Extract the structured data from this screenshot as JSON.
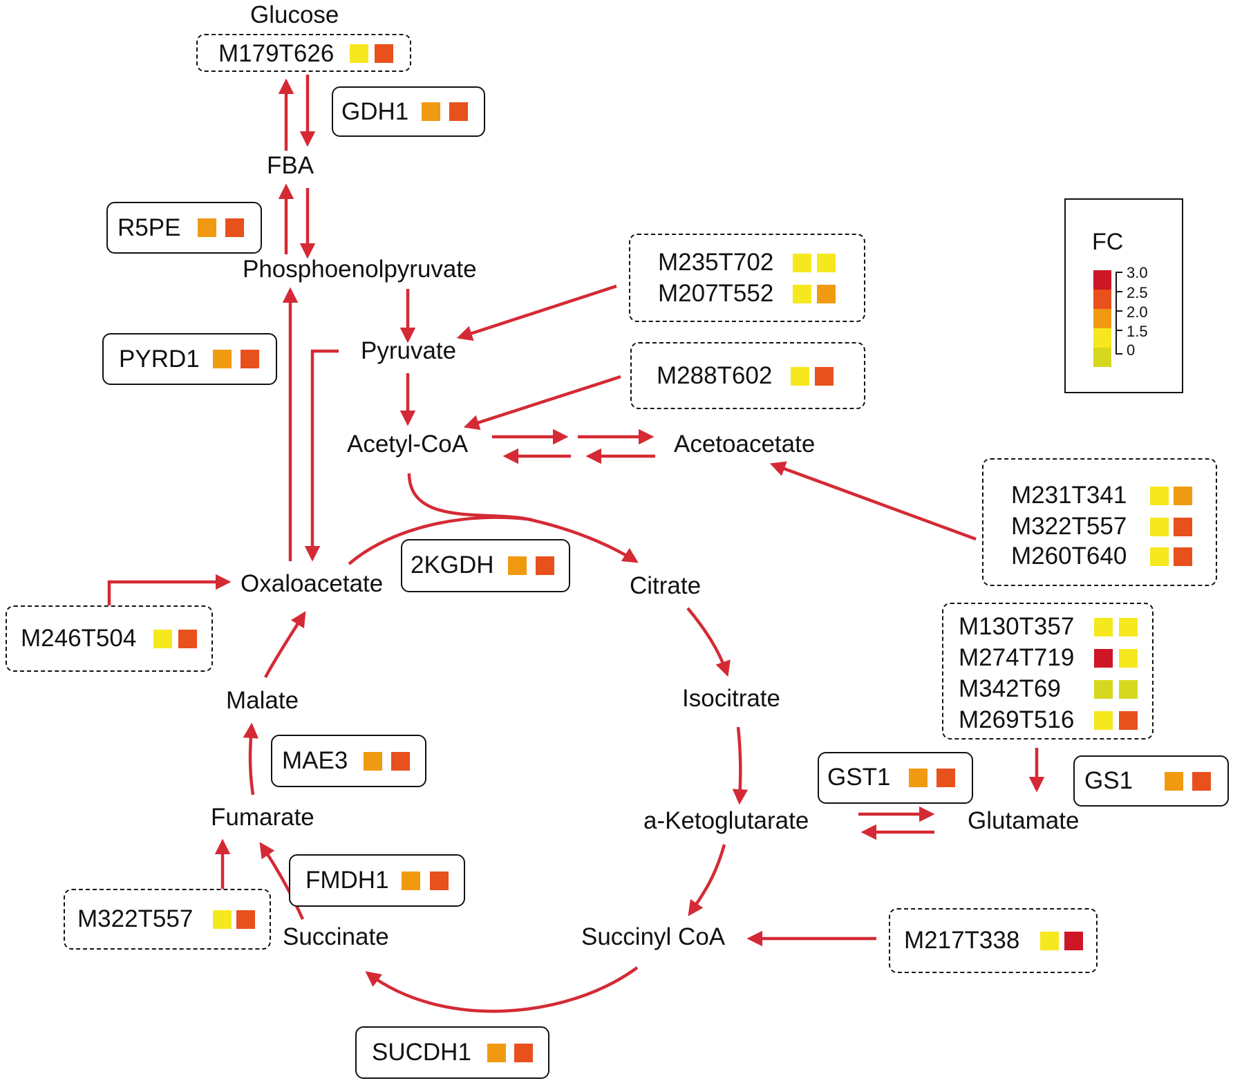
{
  "colors": {
    "arrow": "#d42a35",
    "fc_levels": [
      "#cd1626",
      "#e8501c",
      "#f09a12",
      "#f5e81f",
      "#d5d81e"
    ]
  },
  "metabolites": {
    "glucose": "Glucose",
    "fba": "FBA",
    "pep": "Phosphoenolpyruvate",
    "pyruvate": "Pyruvate",
    "acetyl_coa": "Acetyl-CoA",
    "acetoacetate": "Acetoacetate",
    "oxaloacetate": "Oxaloacetate",
    "citrate": "Citrate",
    "isocitrate": "Isocitrate",
    "a_ketoglutarate": "a-Ketoglutarate",
    "glutamate": "Glutamate",
    "succinyl_coa": "Succinyl CoA",
    "succinate": "Succinate",
    "fumarate": "Fumarate",
    "malate": "Malate"
  },
  "enzymes": {
    "gdh1": {
      "name": "GDH1",
      "fc": [
        "#f09a12",
        "#e8501c"
      ]
    },
    "r5pe": {
      "name": "R5PE",
      "fc": [
        "#f09a12",
        "#e8501c"
      ]
    },
    "pyrd1": {
      "name": "PYRD1",
      "fc": [
        "#f09a12",
        "#e8501c"
      ]
    },
    "kgdh2": {
      "name": "2KGDH",
      "fc": [
        "#f09a12",
        "#e8501c"
      ]
    },
    "mae3": {
      "name": "MAE3",
      "fc": [
        "#f09a12",
        "#e8501c"
      ]
    },
    "fmdh1": {
      "name": "FMDH1",
      "fc": [
        "#f09a12",
        "#e8501c"
      ]
    },
    "sucdh1": {
      "name": "SUCDH1",
      "fc": [
        "#f09a12",
        "#e8501c"
      ]
    },
    "gst1": {
      "name": "GST1",
      "fc": [
        "#f09a12",
        "#e8501c"
      ]
    },
    "gs1": {
      "name": "GS1",
      "fc": [
        "#f09a12",
        "#e8501c"
      ]
    }
  },
  "metabolite_groups": {
    "g_glucose": [
      {
        "id": "M179T626",
        "fc": [
          "#f5e81f",
          "#e8501c"
        ]
      }
    ],
    "g_pyruvate": [
      {
        "id": "M235T702",
        "fc": [
          "#f5e81f",
          "#f5e81f"
        ]
      },
      {
        "id": "M207T552",
        "fc": [
          "#f5e81f",
          "#f09a12"
        ]
      }
    ],
    "g_acetyl": [
      {
        "id": "M288T602",
        "fc": [
          "#f5e81f",
          "#e8501c"
        ]
      }
    ],
    "g_acetoacetate": [
      {
        "id": "M231T341",
        "fc": [
          "#f5e81f",
          "#f09a12"
        ]
      },
      {
        "id": "M322T557",
        "fc": [
          "#f5e81f",
          "#e8501c"
        ]
      },
      {
        "id": "M260T640",
        "fc": [
          "#f5e81f",
          "#e8501c"
        ]
      }
    ],
    "g_glutamate": [
      {
        "id": "M130T357",
        "fc": [
          "#f5e81f",
          "#f5e81f"
        ]
      },
      {
        "id": "M274T719",
        "fc": [
          "#cd1626",
          "#f5e81f"
        ]
      },
      {
        "id": "M342T69",
        "fc": [
          "#d5d81e",
          "#d5d81e"
        ]
      },
      {
        "id": "M269T516",
        "fc": [
          "#f5e81f",
          "#e8501c"
        ]
      }
    ],
    "g_oxaloacetate": [
      {
        "id": "M246T504",
        "fc": [
          "#f5e81f",
          "#e8501c"
        ]
      }
    ],
    "g_fumarate": [
      {
        "id": "M322T557",
        "fc": [
          "#f5e81f",
          "#e8501c"
        ]
      }
    ],
    "g_succinyl": [
      {
        "id": "M217T338",
        "fc": [
          "#f5e81f",
          "#cd1626"
        ]
      }
    ]
  },
  "legend": {
    "title": "FC",
    "ticks": [
      "3.0",
      "2.5",
      "2.0",
      "1.5",
      "0"
    ],
    "colors": [
      "#cd1626",
      "#e8501c",
      "#f09a12",
      "#f5e81f",
      "#d5d81e"
    ]
  }
}
